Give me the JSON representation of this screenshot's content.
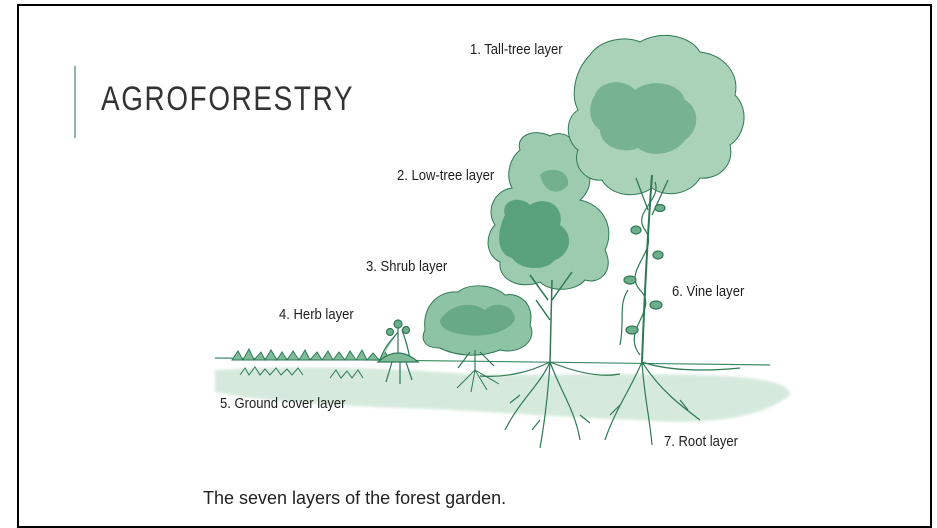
{
  "slide": {
    "title": "AGROFORESTRY"
  },
  "diagram": {
    "labels": {
      "tall_tree": "1. Tall-tree layer",
      "low_tree": "2. Low-tree layer",
      "shrub": "3. Shrub layer",
      "herb": "4. Herb layer",
      "ground_cover": "5. Ground cover layer",
      "vine": "6. Vine layer",
      "root": "7. Root layer"
    },
    "caption": "The seven layers of the forest garden."
  },
  "colors": {
    "foliage_light": "#a9d2b8",
    "foliage_mid": "#6fae8c",
    "foliage_dark": "#3e8d68",
    "ink": "#2f7a55",
    "accent_bar": "#8fb5ae"
  }
}
